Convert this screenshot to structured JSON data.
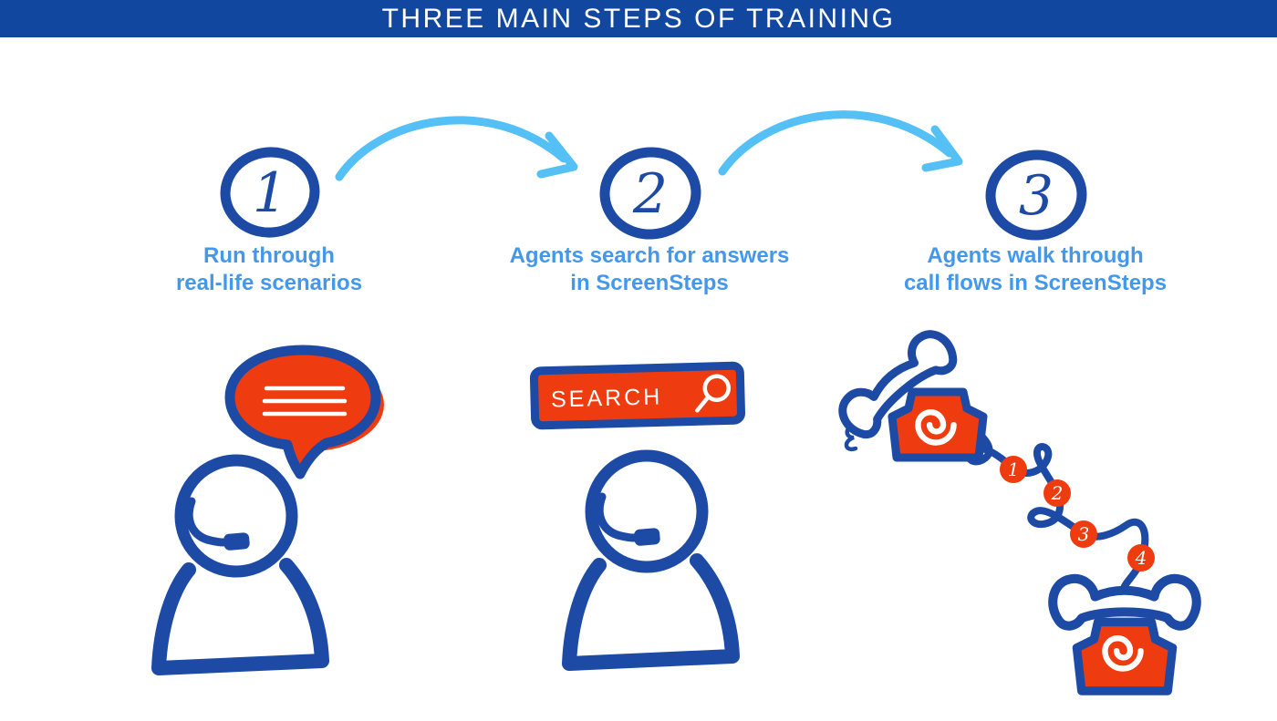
{
  "header": {
    "title": "THREE MAIN STEPS OF TRAINING"
  },
  "steps": [
    {
      "number": "1",
      "caption_line1": "Run through",
      "caption_line2": "real-life scenarios"
    },
    {
      "number": "2",
      "caption_line1": "Agents search for answers",
      "caption_line2": "in ScreenSteps"
    },
    {
      "number": "3",
      "caption_line1": "Agents walk through",
      "caption_line2": "call flows in ScreenSteps"
    }
  ],
  "illustrations": {
    "search_bar": {
      "label": "SEARCH"
    },
    "call_flow": {
      "step_markers": [
        "1",
        "2",
        "3",
        "4"
      ]
    }
  },
  "colors": {
    "header_bg": "#11479f",
    "ink_blue": "#1c4aa5",
    "arrow_blue": "#55c0f5",
    "caption_blue": "#4498ec",
    "accent_red": "#ee3b10"
  }
}
